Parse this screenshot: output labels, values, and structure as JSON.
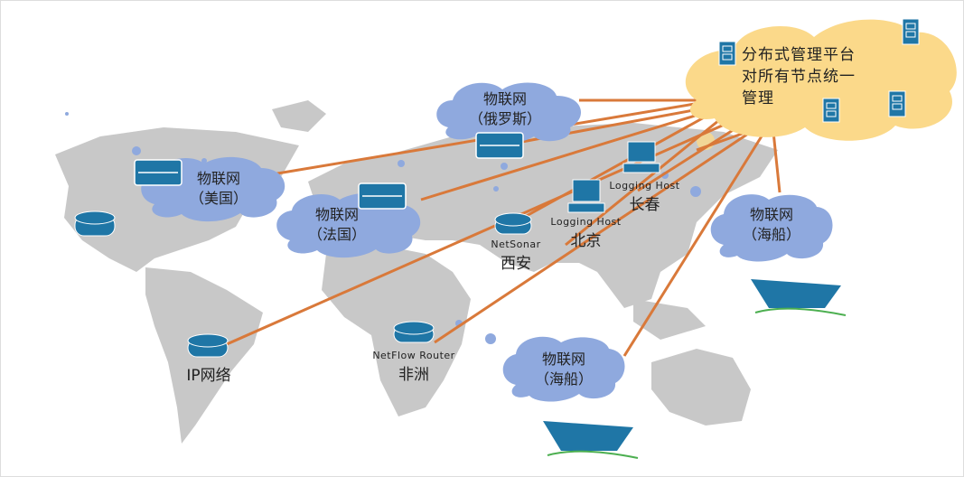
{
  "management": {
    "lines": [
      "分布式管理平台",
      "对所有节点统一",
      "管理"
    ]
  },
  "clouds": [
    {
      "id": "russia",
      "line1": "物联网",
      "line2": "（俄罗斯）"
    },
    {
      "id": "usa",
      "line1": "物联网",
      "line2": "（美国）"
    },
    {
      "id": "france",
      "line1": "物联网",
      "line2": "（法国）"
    },
    {
      "id": "ship-east",
      "line1": "物联网",
      "line2": "（海船）"
    },
    {
      "id": "ship-south",
      "line1": "物联网",
      "line2": "（海船）"
    }
  ],
  "nodes": {
    "xian": {
      "device": "NetSonar",
      "city": "西安"
    },
    "beijing": {
      "device": "Logging Host",
      "city": "北京"
    },
    "changchun": {
      "device": "Logging Host",
      "city": "长春"
    },
    "africa": {
      "device": "NetFlow Router",
      "city": "非洲"
    },
    "ip": {
      "city": "IP网络"
    }
  },
  "colors": {
    "land": "#c8c8c8",
    "link": "#d9793a",
    "cloud": "#8fa9de",
    "mgmt_cloud": "#fbd98a",
    "device": "#1f76a6"
  }
}
